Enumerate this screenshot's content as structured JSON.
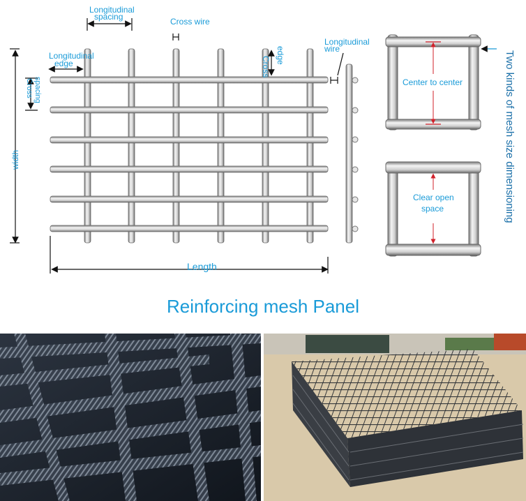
{
  "labels": {
    "longitudinal_spacing_line1": "Longitudinal",
    "longitudinal_spacing_line2": "spacing",
    "cross_wire": "Cross wire",
    "longitudinal_edge_line1": "Longitudinal",
    "longitudinal_edge_line2": "edge",
    "cross_edge_line1": "Cross",
    "cross_edge_line2": "edge",
    "longitudinal_wire_line1": "Longitudinal",
    "longitudinal_wire_line2": "wire",
    "cross_spacing_line1": "Cross",
    "cross_spacing_line2": "spacing",
    "width": "width",
    "length": "Length",
    "center_to_center": "Center to center",
    "clear_open_space_line1": "Clear open",
    "clear_open_space_line2": "space",
    "two_kinds": "Two kinds of mesh size dimensioning"
  },
  "title": "Reinforcing mesh Panel",
  "colors": {
    "label": "#1a9bd8",
    "wire_dark": "#6e6e6e",
    "wire_light": "#f2f2f2",
    "dimension": "#111111",
    "marker_red": "#d0202a"
  }
}
